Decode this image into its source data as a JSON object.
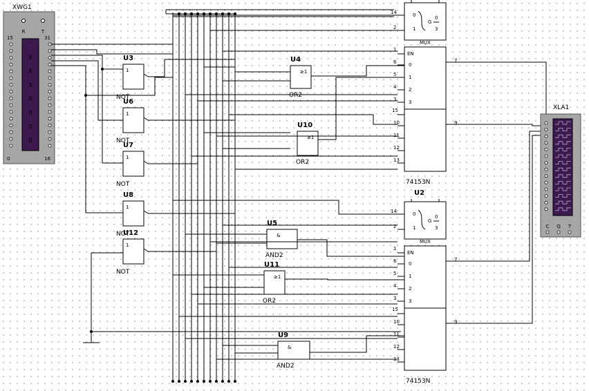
{
  "instruments": {
    "word_generator": {
      "name": "XWG1",
      "top_labels": [
        "R",
        "T"
      ],
      "left_top": "15",
      "right_top": "31",
      "left_bottom": "0",
      "right_bottom": "16",
      "display": [
        "X",
        "X",
        "X",
        "X",
        "0",
        "0",
        "0"
      ],
      "colors": {
        "case": "#a6a6a6",
        "screen": "#3d1a4d",
        "text": "#d9c4e6"
      }
    },
    "logic_analyzer": {
      "name": "XLA1",
      "bottom_labels": [
        "C",
        "Q",
        "T"
      ],
      "colors": {
        "case": "#a6a6a6",
        "screen": "#3d1a4d",
        "trace": "#b9a3d1"
      }
    }
  },
  "gates": [
    {
      "ref": "U3",
      "type": "NOT",
      "symbol": "1"
    },
    {
      "ref": "U6",
      "type": "NOT",
      "symbol": "1"
    },
    {
      "ref": "U7",
      "type": "NOT",
      "symbol": "1"
    },
    {
      "ref": "U8",
      "type": "NOT",
      "symbol": "1"
    },
    {
      "ref": "U12",
      "type": "NOT",
      "symbol": "1"
    },
    {
      "ref": "U4",
      "type": "OR2",
      "symbol": "≥1"
    },
    {
      "ref": "U10",
      "type": "OR2",
      "symbol": "≥1"
    },
    {
      "ref": "U11",
      "type": "OR2",
      "symbol": "≥1"
    },
    {
      "ref": "U5",
      "type": "AND2",
      "symbol": "&"
    },
    {
      "ref": "U9",
      "type": "AND2",
      "symbol": "&"
    }
  ],
  "muxes": [
    {
      "ref": "",
      "part": "74153N",
      "g_pins": [
        "14",
        "2"
      ],
      "g_inputs": [
        "0",
        "1"
      ],
      "g_label": "G",
      "g_out": [
        "0",
        "3"
      ],
      "mux_label": "MUX",
      "en_pin": "1",
      "en_label": "EN",
      "data_pins": [
        "6",
        "5",
        "4",
        "3",
        "10",
        "11",
        "12",
        "13"
      ],
      "data_labels": [
        "0",
        "1",
        "2",
        "3"
      ],
      "strobe2_pin": "15",
      "outputs": [
        "7",
        "9"
      ]
    },
    {
      "ref": "U2",
      "part": "74153N",
      "g_pins": [
        "14",
        "2"
      ],
      "g_inputs": [
        "0",
        "1"
      ],
      "g_label": "G",
      "g_out": [
        "0",
        "3"
      ],
      "mux_label": "MUX",
      "en_pin": "1",
      "en_label": "EN",
      "data_pins": [
        "6",
        "5",
        "4",
        "3",
        "10",
        "11",
        "12",
        "13"
      ],
      "data_labels": [
        "0",
        "1",
        "2",
        "3"
      ],
      "strobe2_pin": "15",
      "outputs": [
        "7",
        "9"
      ]
    }
  ]
}
